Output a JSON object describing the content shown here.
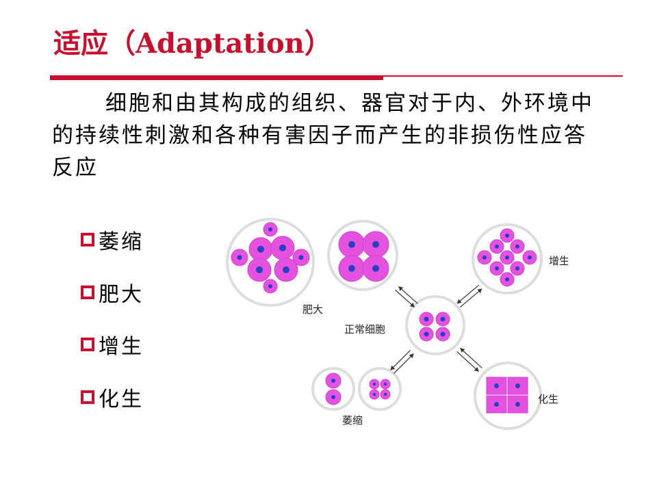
{
  "title": "适应（Adaptation）",
  "definition": "细胞和由其构成的组织、器官对于内、外环境中的持续性刺激和各种有害因子而产生的非损伤性应答反应",
  "bullets": [
    "萎缩",
    "肥大",
    "增生",
    "化生"
  ],
  "diagram": {
    "labels": {
      "hypertrophy": "肥大",
      "normal": "正常细胞",
      "hyperplasia": "增生",
      "atrophy": "萎缩",
      "metaplasia": "化生"
    },
    "colors": {
      "cell": "#e652e0",
      "nucleus": "#2a3fc4",
      "ring": "#dddddd",
      "accent": "#c8102e"
    }
  }
}
